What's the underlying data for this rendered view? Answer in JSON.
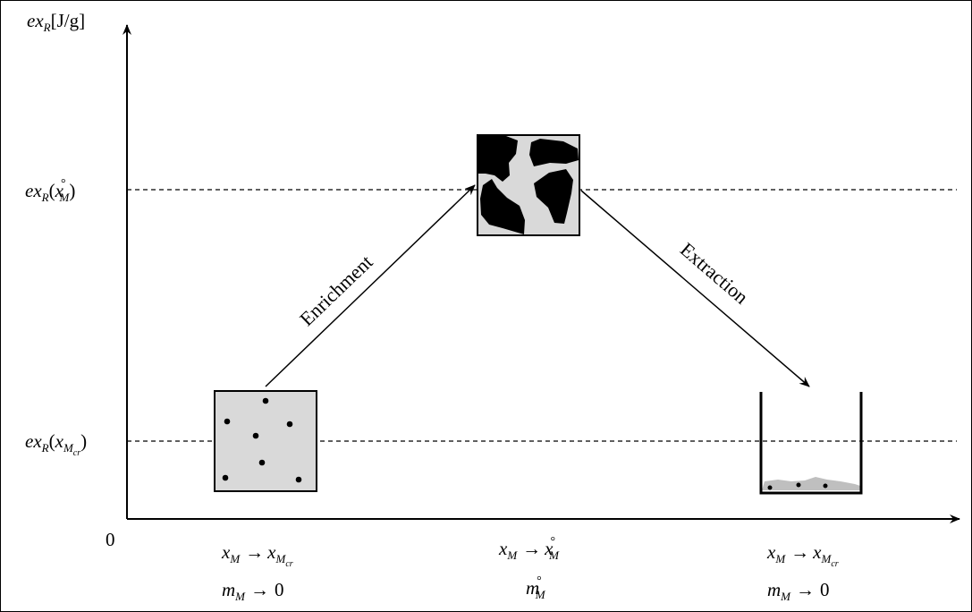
{
  "y_axis_label": {
    "base": "ex",
    "sub": "R",
    "unit": "[J/g]"
  },
  "origin_label": "0",
  "levels": {
    "upper": {
      "base": "ex",
      "sub": "R",
      "arg": "x",
      "arg_sub": "M",
      "arg_sup": "°"
    },
    "lower": {
      "base": "ex",
      "sub": "R",
      "arg": "x",
      "arg_sub": "M",
      "arg_subsub": "cr"
    }
  },
  "arrows": {
    "enrichment": "Enrichment",
    "extraction": "Extraction"
  },
  "states": [
    {
      "line1": {
        "lhs": "x",
        "lhs_sub": "M",
        "arrow": "→",
        "rhs": "x",
        "rhs_sub": "M",
        "rhs_subsub": "cr"
      },
      "line2": {
        "lhs": "m",
        "lhs_sub": "M",
        "arrow": "→",
        "rhs": "0"
      }
    },
    {
      "line1": {
        "lhs": "x",
        "lhs_sub": "M",
        "arrow": "→",
        "rhs": "x",
        "rhs_sub": "M",
        "rhs_sup": "°"
      },
      "line2": {
        "lhs": "m",
        "lhs_sub": "M",
        "lhs_sup": "°"
      }
    },
    {
      "line1": {
        "lhs": "x",
        "lhs_sub": "M",
        "arrow": "→",
        "rhs": "x",
        "rhs_sub": "M",
        "rhs_subsub": "cr"
      },
      "line2": {
        "lhs": "m",
        "lhs_sub": "M",
        "arrow": "→",
        "rhs": "0"
      }
    }
  ],
  "colors": {
    "box_fill": "#d9d9d9",
    "ore_fill": "#000000",
    "line": "#000000"
  }
}
